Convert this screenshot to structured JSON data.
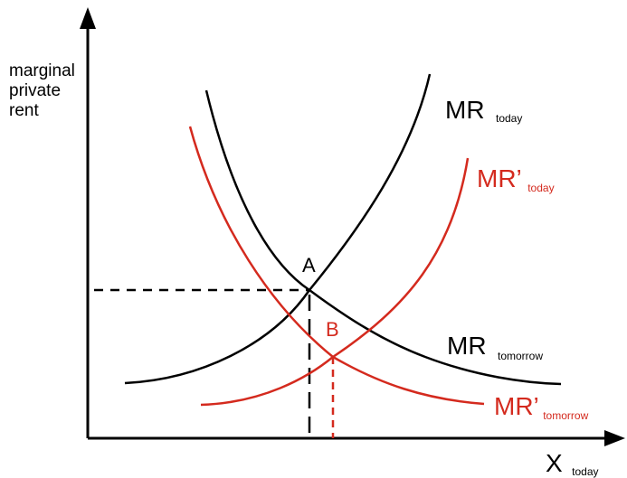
{
  "y_axis": {
    "lines": [
      "marginal",
      "private",
      "rent"
    ]
  },
  "x_axis": {
    "label": "X",
    "subscript": "today"
  },
  "curves": {
    "mr_today": {
      "main": "MR",
      "sub": "today",
      "color": "#000000"
    },
    "mr_prime_today": {
      "main": "MR’",
      "sub": "today",
      "color": "#d42a1e"
    },
    "mr_tomorrow": {
      "main": "MR",
      "sub": "tomorrow",
      "color": "#000000"
    },
    "mr_prime_tomorrow": {
      "main": "MR’",
      "sub": "tomorrow",
      "color": "#d42a1e"
    }
  },
  "points": {
    "a": {
      "label": "A",
      "color": "#000000"
    },
    "b": {
      "label": "B",
      "color": "#d42a1e"
    }
  }
}
